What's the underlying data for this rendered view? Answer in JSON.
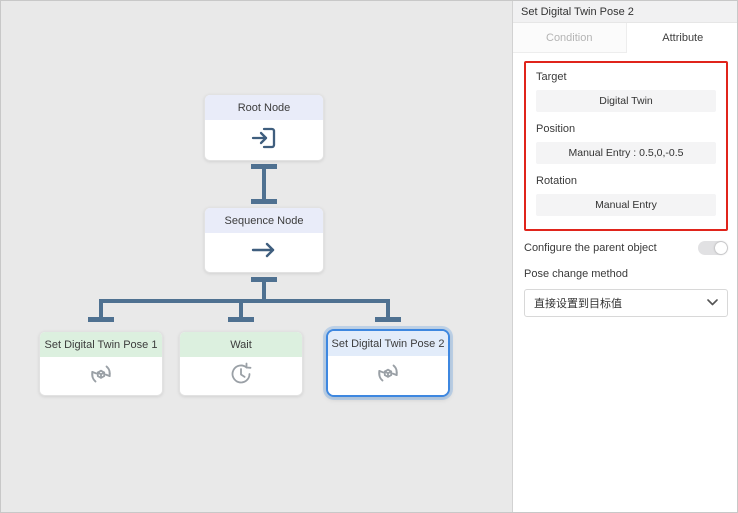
{
  "panel": {
    "title": "Set Digital Twin Pose 2",
    "tabs": {
      "condition": "Condition",
      "attribute": "Attribute"
    },
    "fields": [
      {
        "label": "Target",
        "value": "Digital Twin"
      },
      {
        "label": "Position",
        "value": "Manual Entry : 0.5,0,-0.5"
      },
      {
        "label": "Rotation",
        "value": "Manual Entry"
      }
    ],
    "parent_toggle_label": "Configure the parent object",
    "pose_method_label": "Pose change method",
    "pose_method_value": "直接设置到目标值"
  },
  "canvas": {
    "nodes": [
      {
        "label": "Root Node",
        "icon": "enter-icon"
      },
      {
        "label": "Sequence Node",
        "icon": "arrow-right-icon"
      },
      {
        "label": "Set Digital Twin Pose 1",
        "icon": "pose-sync-icon"
      },
      {
        "label": "Wait",
        "icon": "clock-icon"
      },
      {
        "label": "Set Digital Twin Pose 2",
        "icon": "pose-sync-icon",
        "selected": true
      }
    ]
  },
  "colors": {
    "annotation_red": "#e0241b",
    "selected_blue": "#3d87e0",
    "connector": "#4f7191",
    "header_lavender": "#e9ecf9",
    "header_green": "#dcf0df",
    "header_blue": "#e2ecfa"
  }
}
